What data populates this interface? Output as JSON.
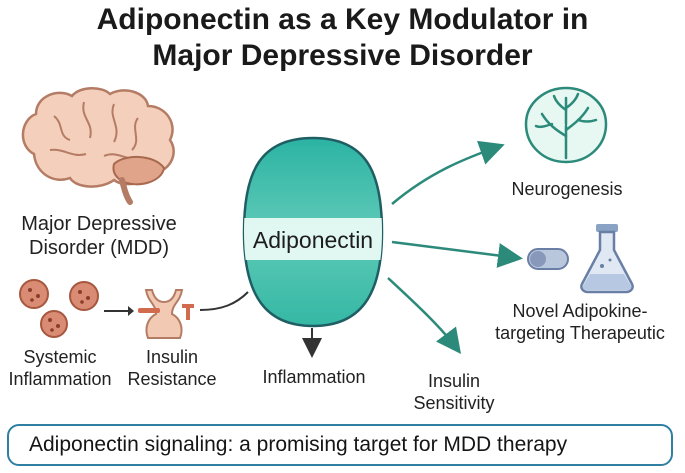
{
  "title": {
    "line1": "Adiponectin as a Key Modulator in",
    "line2": "Major Depressive Disorder"
  },
  "left": {
    "mdd_label_line1": "Major Depressive",
    "mdd_label_line2": "Disorder (MDD)",
    "inflammation_line1": "Systemic",
    "inflammation_line2": "Inflammation",
    "insulin_res_line1": "Insulin",
    "insulin_res_line2": "Resistance"
  },
  "center": {
    "hub_label": "Adiponectin",
    "inflammation_label": "Inflammation"
  },
  "right": {
    "neurogenesis_label": "Neurogenesis",
    "therapeutic_line1": "Novel Adipokine-",
    "therapeutic_line2": "targeting Therapeutic",
    "insulin_sens_line1": "Insulin",
    "insulin_sens_line2": "Sensitivity"
  },
  "footer": {
    "caption": "Adiponectin signaling: a promising target for MDD therapy"
  },
  "colors": {
    "teal": "#2db7a5",
    "teal_light": "#7fd7c7",
    "band": "#dff6f0",
    "arrow": "#2b8a7a",
    "brain_pink": "#f3cdb8",
    "brain_stroke": "#b47c64",
    "border_blue": "#2f7fa3"
  },
  "icons": [
    "brain-icon",
    "blood-cell-icon",
    "receptor-icon",
    "neuron-tree-icon",
    "pill-icon",
    "flask-icon"
  ]
}
